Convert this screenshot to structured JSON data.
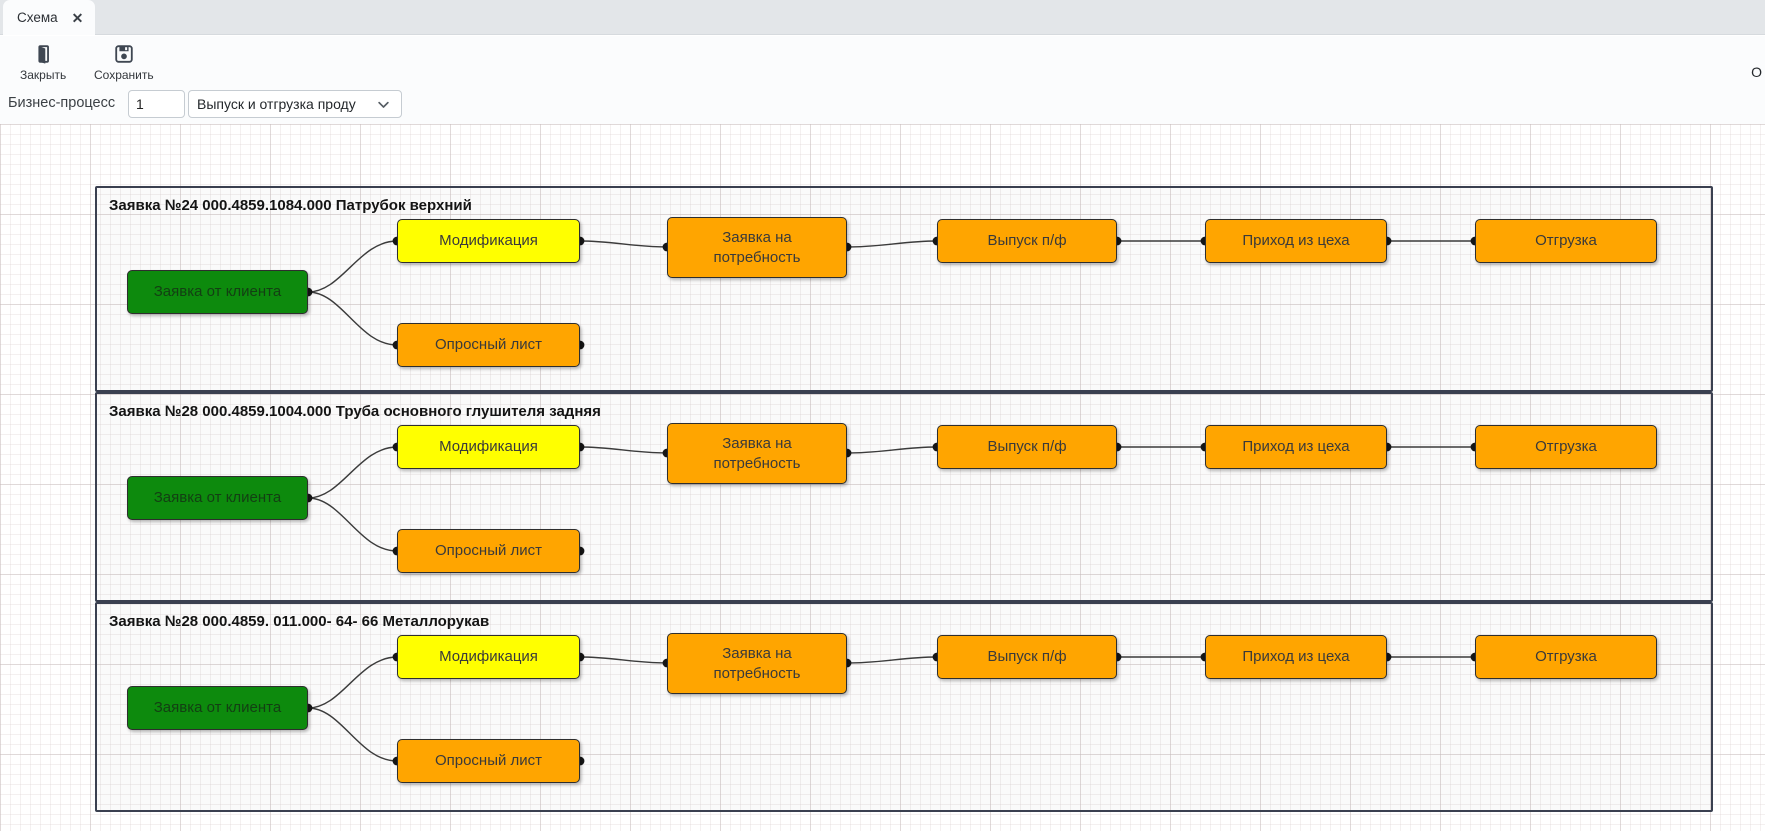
{
  "tab": {
    "title": "Схема"
  },
  "toolbar": {
    "close": {
      "label": "Закрыть"
    },
    "save": {
      "label": "Сохранить"
    },
    "right_text": "O"
  },
  "form": {
    "label": "Бизнес-процесс",
    "number": {
      "value": "1"
    },
    "process": {
      "value": "Выпуск и отгрузка проду"
    }
  },
  "diagram": {
    "groups": [
      {
        "title": "Заявка №24 000.4859.1084.000 Патрубок верхний"
      },
      {
        "title": "Заявка №28 000.4859.1004.000 Труба основного глушителя задняя"
      },
      {
        "title": "Заявка №28 000.4859. 011.000- 64- 66 Металлорукав"
      }
    ],
    "nodes": [
      {
        "id": "client_request",
        "label": "Заявка от клиента",
        "color": "#0d8a0d"
      },
      {
        "id": "modification",
        "label": "Модификация",
        "color": "#ffff00"
      },
      {
        "id": "survey",
        "label": "Опросный лист",
        "color": "#ffa500"
      },
      {
        "id": "demand",
        "label": "Заявка на потребность",
        "color": "#ffa500"
      },
      {
        "id": "semi_output",
        "label": "Выпуск п/ф",
        "color": "#ffa500"
      },
      {
        "id": "shop_receipt",
        "label": "Приход из цеха",
        "color": "#ffa500"
      },
      {
        "id": "shipment",
        "label": "Отгрузка",
        "color": "#ffa500"
      }
    ]
  },
  "colors": {
    "node_green": "#0d8a0d",
    "node_yellow": "#ffff00",
    "node_orange": "#ffa500",
    "group_border": "#3a4050",
    "edge": "#3b3b3b",
    "connection_point": "#161616",
    "tabbar_bg": "#e3e6e9"
  }
}
